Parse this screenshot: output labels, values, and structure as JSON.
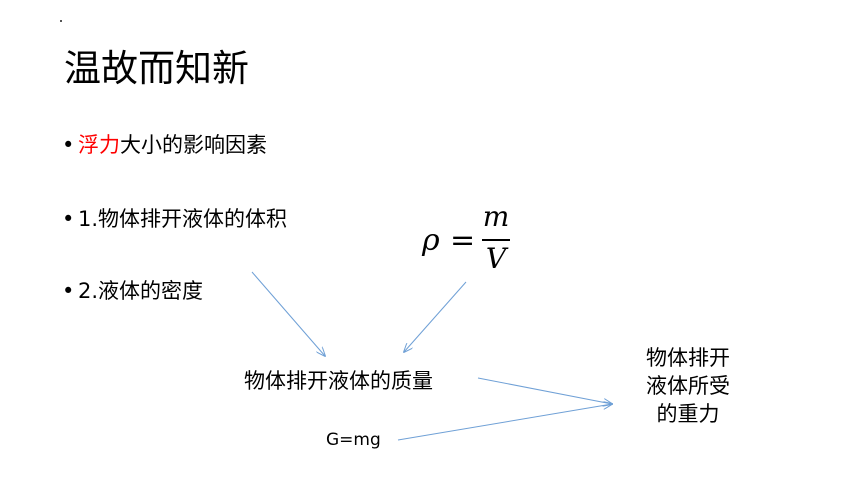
{
  "title": "温故而知新",
  "bullets": {
    "b1_highlight": "浮力",
    "b1_rest": "大小的影响因素",
    "b2": "1.物体排开液体的体积",
    "b3": "2.液体的密度"
  },
  "formula": {
    "rho": "ρ",
    "equals": "=",
    "numerator": "m",
    "denominator": "V"
  },
  "mass_label": "物体排开液体的质量",
  "gravity_formula": "G=mg",
  "result_lines": [
    "物体排开",
    "液体所受",
    "的重力"
  ],
  "colors": {
    "highlight": "#ff0000",
    "arrow": "#6fa0d6"
  }
}
